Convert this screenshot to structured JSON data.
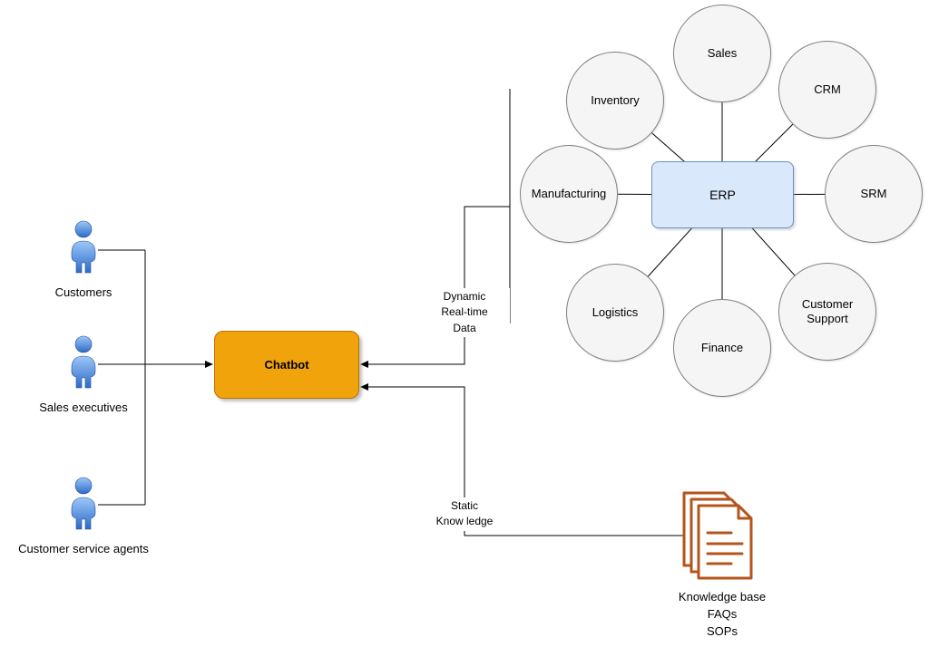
{
  "diagram": {
    "actors": [
      {
        "label": "Customers"
      },
      {
        "label": "Sales executives"
      },
      {
        "label": "Customer service agents"
      }
    ],
    "chatbot": {
      "label": "Chatbot"
    },
    "erp": {
      "label": "ERP",
      "modules": [
        {
          "label": "Sales"
        },
        {
          "label": "CRM"
        },
        {
          "label": "Inventory"
        },
        {
          "label": "Manufacturing"
        },
        {
          "label": "SRM"
        },
        {
          "label": "Logistics"
        },
        {
          "label": "Finance"
        },
        {
          "label": "Customer Support"
        }
      ]
    },
    "edges": {
      "dynamic_label": "Dynamic\nReal-time\nData",
      "static_label": "Static\nKnow ledge"
    },
    "knowledge": {
      "label": "Knowledge base\nFAQs\nSOPs"
    }
  },
  "colors": {
    "chatbot-fill": "#F0A30A",
    "chatbot-border": "#BD7000",
    "erp-fill": "#DAE8FC",
    "erp-border": "#6C8EBF",
    "module-fill": "#F5F5F5",
    "module-border": "#808080",
    "person-light": "#9DC7F9",
    "person-dark": "#2E6BC6",
    "docs-color": "#B5541C",
    "line-color": "#000000"
  }
}
